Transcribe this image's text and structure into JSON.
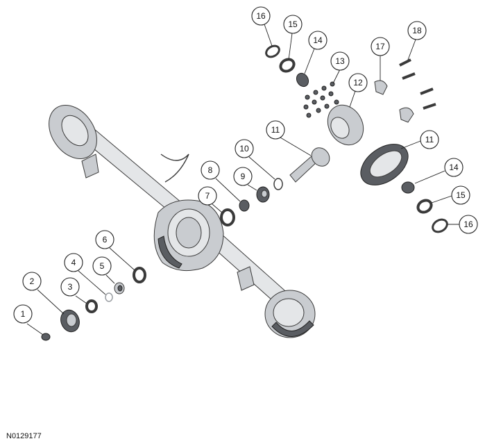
{
  "figure_id": "N0129177",
  "callouts": [
    {
      "number": "1"
    },
    {
      "number": "2"
    },
    {
      "number": "3"
    },
    {
      "number": "4"
    },
    {
      "number": "5"
    },
    {
      "number": "6"
    },
    {
      "number": "7"
    },
    {
      "number": "8"
    },
    {
      "number": "9"
    },
    {
      "number": "10"
    },
    {
      "number": "11"
    },
    {
      "number": "11"
    },
    {
      "number": "12"
    },
    {
      "number": "13"
    },
    {
      "number": "14"
    },
    {
      "number": "14"
    },
    {
      "number": "15"
    },
    {
      "number": "15"
    },
    {
      "number": "16"
    },
    {
      "number": "16"
    },
    {
      "number": "17"
    },
    {
      "number": "18"
    }
  ]
}
